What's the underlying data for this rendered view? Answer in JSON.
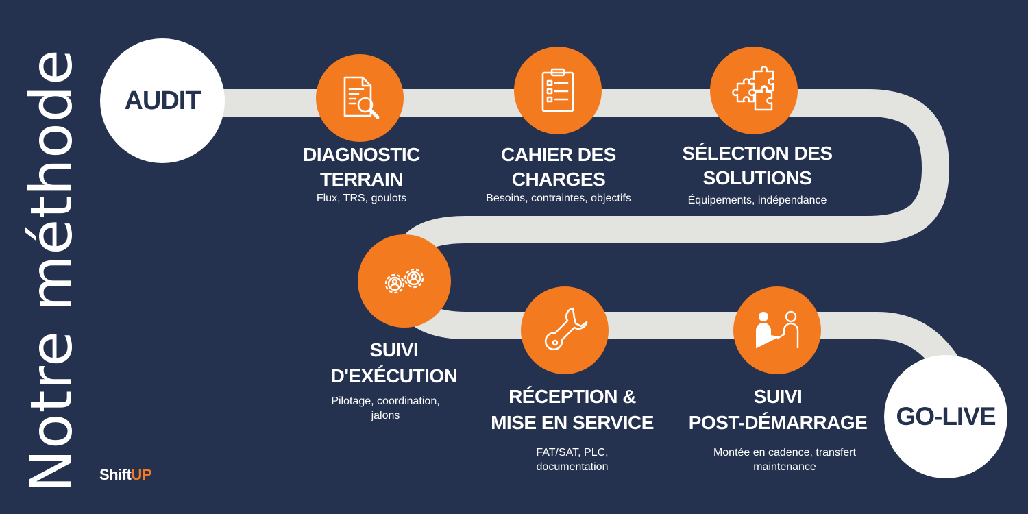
{
  "title": "Notre méthode",
  "start_label": "AUDIT",
  "end_label": "GO-LIVE",
  "logo": {
    "text": "Shift",
    "accent": "UP"
  },
  "colors": {
    "background": "#24324f",
    "accent": "#f47a20",
    "path": "#e3e3df",
    "white": "#ffffff"
  },
  "steps": [
    {
      "icon": "document-search-icon",
      "title": "DIAGNOSTIC\nTERRAIN",
      "desc": "Flux, TRS, goulots"
    },
    {
      "icon": "clipboard-checklist-icon",
      "title": "CAHIER DES\nCHARGES",
      "desc": "Besoins, contraintes, objectifs"
    },
    {
      "icon": "puzzle-pieces-icon",
      "title": "SÉLECTION DES\nSOLUTIONS",
      "desc": "Équipements, indépendance"
    },
    {
      "icon": "gears-people-icon",
      "title": "SUIVI\nD'EXÉCUTION",
      "desc": "Pilotage, coordination,\njalons"
    },
    {
      "icon": "wrench-icon",
      "title": "RÉCEPTION &\nMISE EN SERVICE",
      "desc": "FAT/SAT, PLC,\ndocumentation"
    },
    {
      "icon": "handshake-people-icon",
      "title": "SUIVI\nPOST-DÉMARRAGE",
      "desc": "Montée en cadence, transfert\nmaintenance"
    }
  ]
}
